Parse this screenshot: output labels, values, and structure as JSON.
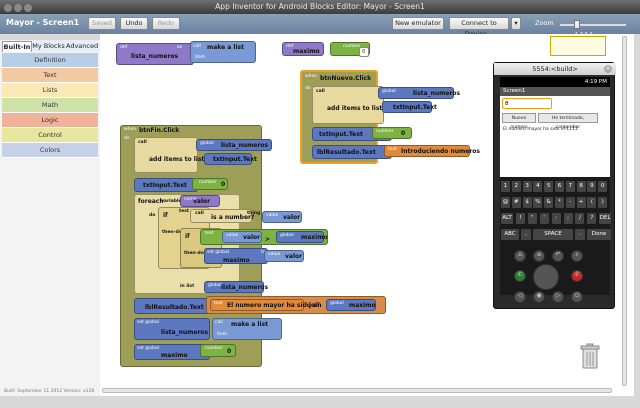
{
  "window": {
    "title": "App Inventor for Android Blocks Editor: Mayor - Screen1"
  },
  "toolbar": {
    "screen_name": "Mayor - Screen1",
    "save_label": "Saved",
    "undo_label": "Undo",
    "redo_label": "Redo",
    "new_emulator_label": "New emulator",
    "connect_label": "Connect to Device...",
    "zoom_label": "Zoom",
    "zoom_ticks": "1  2  3  4"
  },
  "left_panel": {
    "tabs": [
      "Built-In",
      "My Blocks",
      "Advanced"
    ],
    "active_tab": "Built-In",
    "categories": [
      {
        "label": "Definition",
        "color": "#b7cfe6"
      },
      {
        "label": "Text",
        "color": "#f2c9a0"
      },
      {
        "label": "Lists",
        "color": "#fbe9b5"
      },
      {
        "label": "Math",
        "color": "#cfe3a8"
      },
      {
        "label": "Logic",
        "color": "#f0b39a"
      },
      {
        "label": "Control",
        "color": "#e6e69e"
      },
      {
        "label": "Colors",
        "color": "#c7d2e8"
      }
    ],
    "build_info": "Built: September 11 2012 Version: v128"
  },
  "blocks": {
    "def_lista": {
      "tag": "def",
      "name": "lista_numeros",
      "as": "as",
      "call": "call",
      "make_list": "make a list",
      "item": "item"
    },
    "def_maximo": {
      "tag": "def",
      "name": "maximo",
      "as": "as",
      "number": "number",
      "value": "0"
    },
    "nuevo_click": {
      "when": "when",
      "do": "do",
      "event": "btnNuevo.Click",
      "call": "call",
      "procedure": "add items to list",
      "list": "list",
      "global": "global",
      "list_name": "lista_numeros",
      "item": "item",
      "item_value": "txtInput.Text",
      "set1": "txtInput.Text",
      "to": "to",
      "number": "number",
      "zero": "0",
      "set2": "lblResultado.Text",
      "text": "text",
      "message": "Introduciendo numeros"
    },
    "fin_click": {
      "when": "when",
      "do": "do",
      "event": "btnFin.Click",
      "call": "call",
      "procedure": "add items to list",
      "list": "list",
      "global": "global",
      "list_name": "lista_numeros",
      "item": "item",
      "item_value": "txtInput.Text",
      "set_input": "txtInput.Text",
      "to": "to",
      "number": "number",
      "zero": "0",
      "foreach": "foreach",
      "variable": "variable",
      "name": "name",
      "var_name": "valor",
      "if1": "if",
      "test": "test",
      "call2": "call",
      "is_number": "is a number?",
      "thing": "thing",
      "value": "value",
      "then_do": "then-do",
      "if2": "if",
      "gt": ">",
      "maximo": "maximo",
      "set_global": "set global",
      "to2": "to",
      "in_list": "in list",
      "list_global": "global",
      "set_resultado": "lblResultado.Text",
      "join": "join",
      "result_text": "El numero mayor ha sido el",
      "set_global2": "set global",
      "lista": "lista_numeros",
      "make_list": "make a list",
      "item2": "item",
      "set_global3": "set global",
      "number2": "number",
      "zero2": "0"
    }
  },
  "emulator": {
    "title": "5554:<build>",
    "status": "4:19 PM",
    "app_title": "Screen1",
    "input_value": "8",
    "button1": "Nuevo numero",
    "button2": "He terminado, comprobar",
    "result": "El numero mayor ha sido el 1111",
    "keys_row1": [
      "1",
      "2",
      "3",
      "4",
      "5",
      "6",
      "7",
      "8",
      "9",
      "0"
    ],
    "keys_row2": [
      "@",
      "#",
      "$",
      "%",
      "&",
      "*",
      "-",
      "+",
      "(",
      ")"
    ],
    "keys_row3": [
      "ALT",
      "!",
      "\"",
      "'",
      ":",
      ";",
      "/",
      "?",
      "DEL"
    ],
    "keys_row4": [
      "ABC",
      ",",
      "SPACE",
      ".",
      "Done"
    ]
  }
}
